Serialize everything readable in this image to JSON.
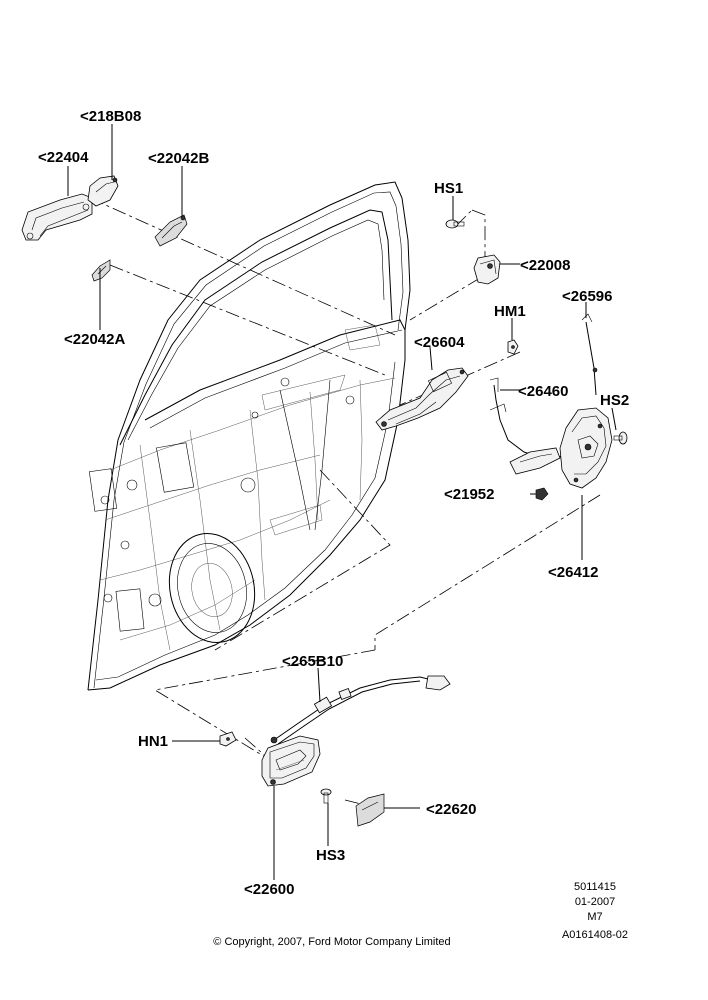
{
  "callouts": {
    "c22404": "<22404",
    "c218B08": "<218B08",
    "c22042B": "<22042B",
    "c22042A": "<22042A",
    "hs1": "HS1",
    "c22008": "<22008",
    "c26596": "<26596",
    "hm1": "HM1",
    "c26604": "<26604",
    "c26460": "<26460",
    "hs2": "HS2",
    "c21952": "<21952",
    "c26412": "<26412",
    "c265B10": "<265B10",
    "hn1": "HN1",
    "c22620": "<22620",
    "hs3": "HS3",
    "c22600": "<22600"
  },
  "reference": {
    "line1": "5011415",
    "line2": "01-2007",
    "line3": "M7",
    "line4": "A0161408-02"
  },
  "copyright": "© Copyright, 2007, Ford Motor Company Limited"
}
